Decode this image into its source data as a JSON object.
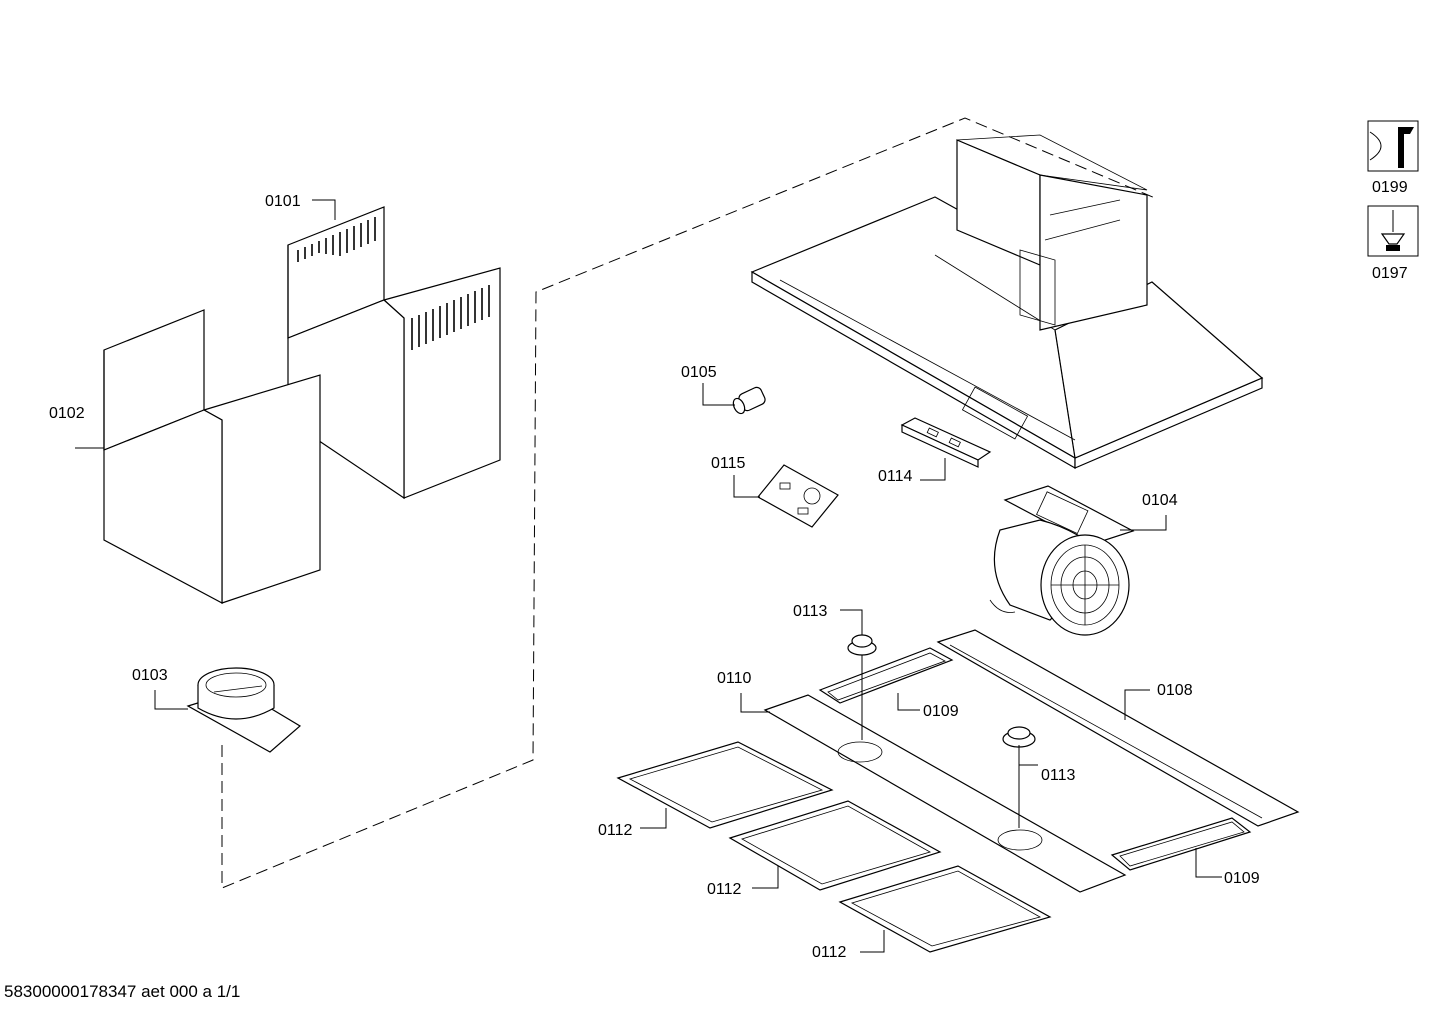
{
  "footer_code": "58300000178347 aet 000 a 1/1",
  "parts": {
    "p0101": "0101",
    "p0102": "0102",
    "p0103": "0103",
    "p0104": "0104",
    "p0105": "0105",
    "p0108": "0108",
    "p0109": "0109",
    "p0110": "0110",
    "p0112": "0112",
    "p0113": "0113",
    "p0114": "0114",
    "p0115": "0115"
  },
  "tools": [
    {
      "label": "0199",
      "icon": "wrench-icon"
    },
    {
      "label": "0197",
      "icon": "screwdriver-icon"
    }
  ]
}
